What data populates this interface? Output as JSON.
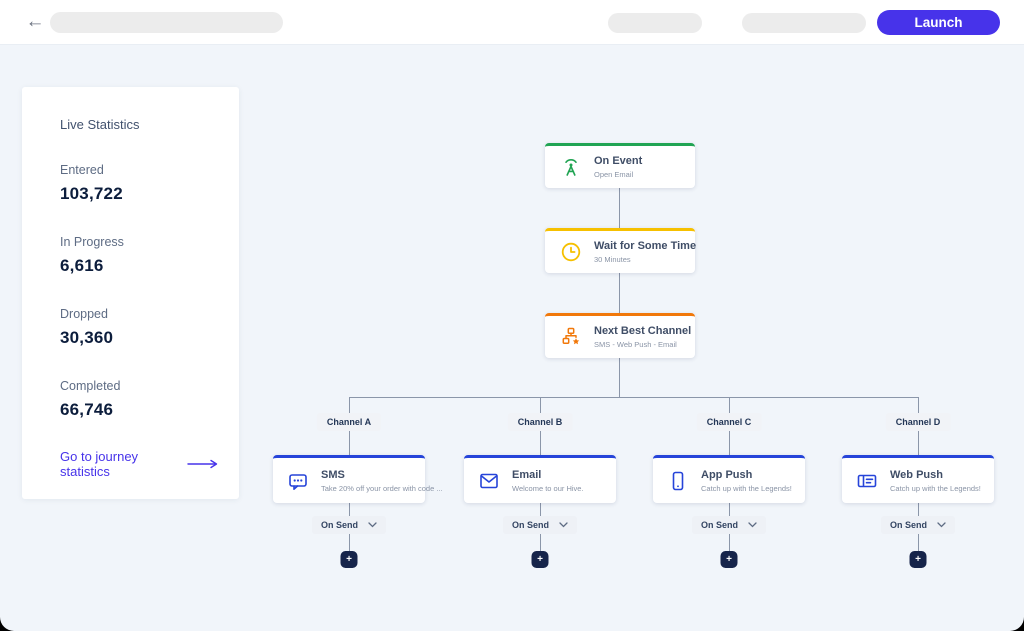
{
  "topbar": {
    "back_icon": "arrow-left-icon",
    "launch_button": "Launch"
  },
  "stats_panel": {
    "title": "Live Statistics",
    "stats": [
      {
        "label": "Entered",
        "value": "103,722"
      },
      {
        "label": "In Progress",
        "value": "6,616"
      },
      {
        "label": "Dropped",
        "value": "30,360"
      },
      {
        "label": "Completed",
        "value": "66,746"
      }
    ],
    "link": "Go to journey statistics"
  },
  "flow": {
    "main_nodes": [
      {
        "title": "On Event",
        "subtitle": "Open Email",
        "icon": "antenna-icon",
        "accent": "#21a453"
      },
      {
        "title": "Wait for Some Time",
        "subtitle": "30 Minutes",
        "icon": "clock-icon",
        "accent": "#f6c000"
      },
      {
        "title": "Next Best Channel",
        "subtitle": "SMS - Web Push - Email",
        "icon": "hierarchy-star-icon",
        "accent": "#f1780a"
      }
    ],
    "branches": [
      {
        "label": "Channel A",
        "title": "SMS",
        "subtitle": "Take 20% off your order with code ...",
        "icon": "sms-icon",
        "action": "On Send"
      },
      {
        "label": "Channel B",
        "title": "Email",
        "subtitle": "Welcome to our Hive.",
        "icon": "email-icon",
        "action": "On Send"
      },
      {
        "label": "Channel C",
        "title": "App Push",
        "subtitle": "Catch up with the Legends!",
        "icon": "app-push-icon",
        "action": "On Send"
      },
      {
        "label": "Channel D",
        "title": "Web Push",
        "subtitle": "Catch up with the Legends!",
        "icon": "web-push-icon",
        "action": "On Send"
      }
    ],
    "add_label": "+"
  },
  "colors": {
    "accent_purple": "#4733ea",
    "node_blue": "#2644d9",
    "event_green": "#21a453",
    "wait_yellow": "#f6c000",
    "channel_orange": "#f1780a",
    "plus_navy": "#16244a",
    "canvas_bg": "#f1f5fa",
    "connector_gray": "#8b96a9"
  }
}
